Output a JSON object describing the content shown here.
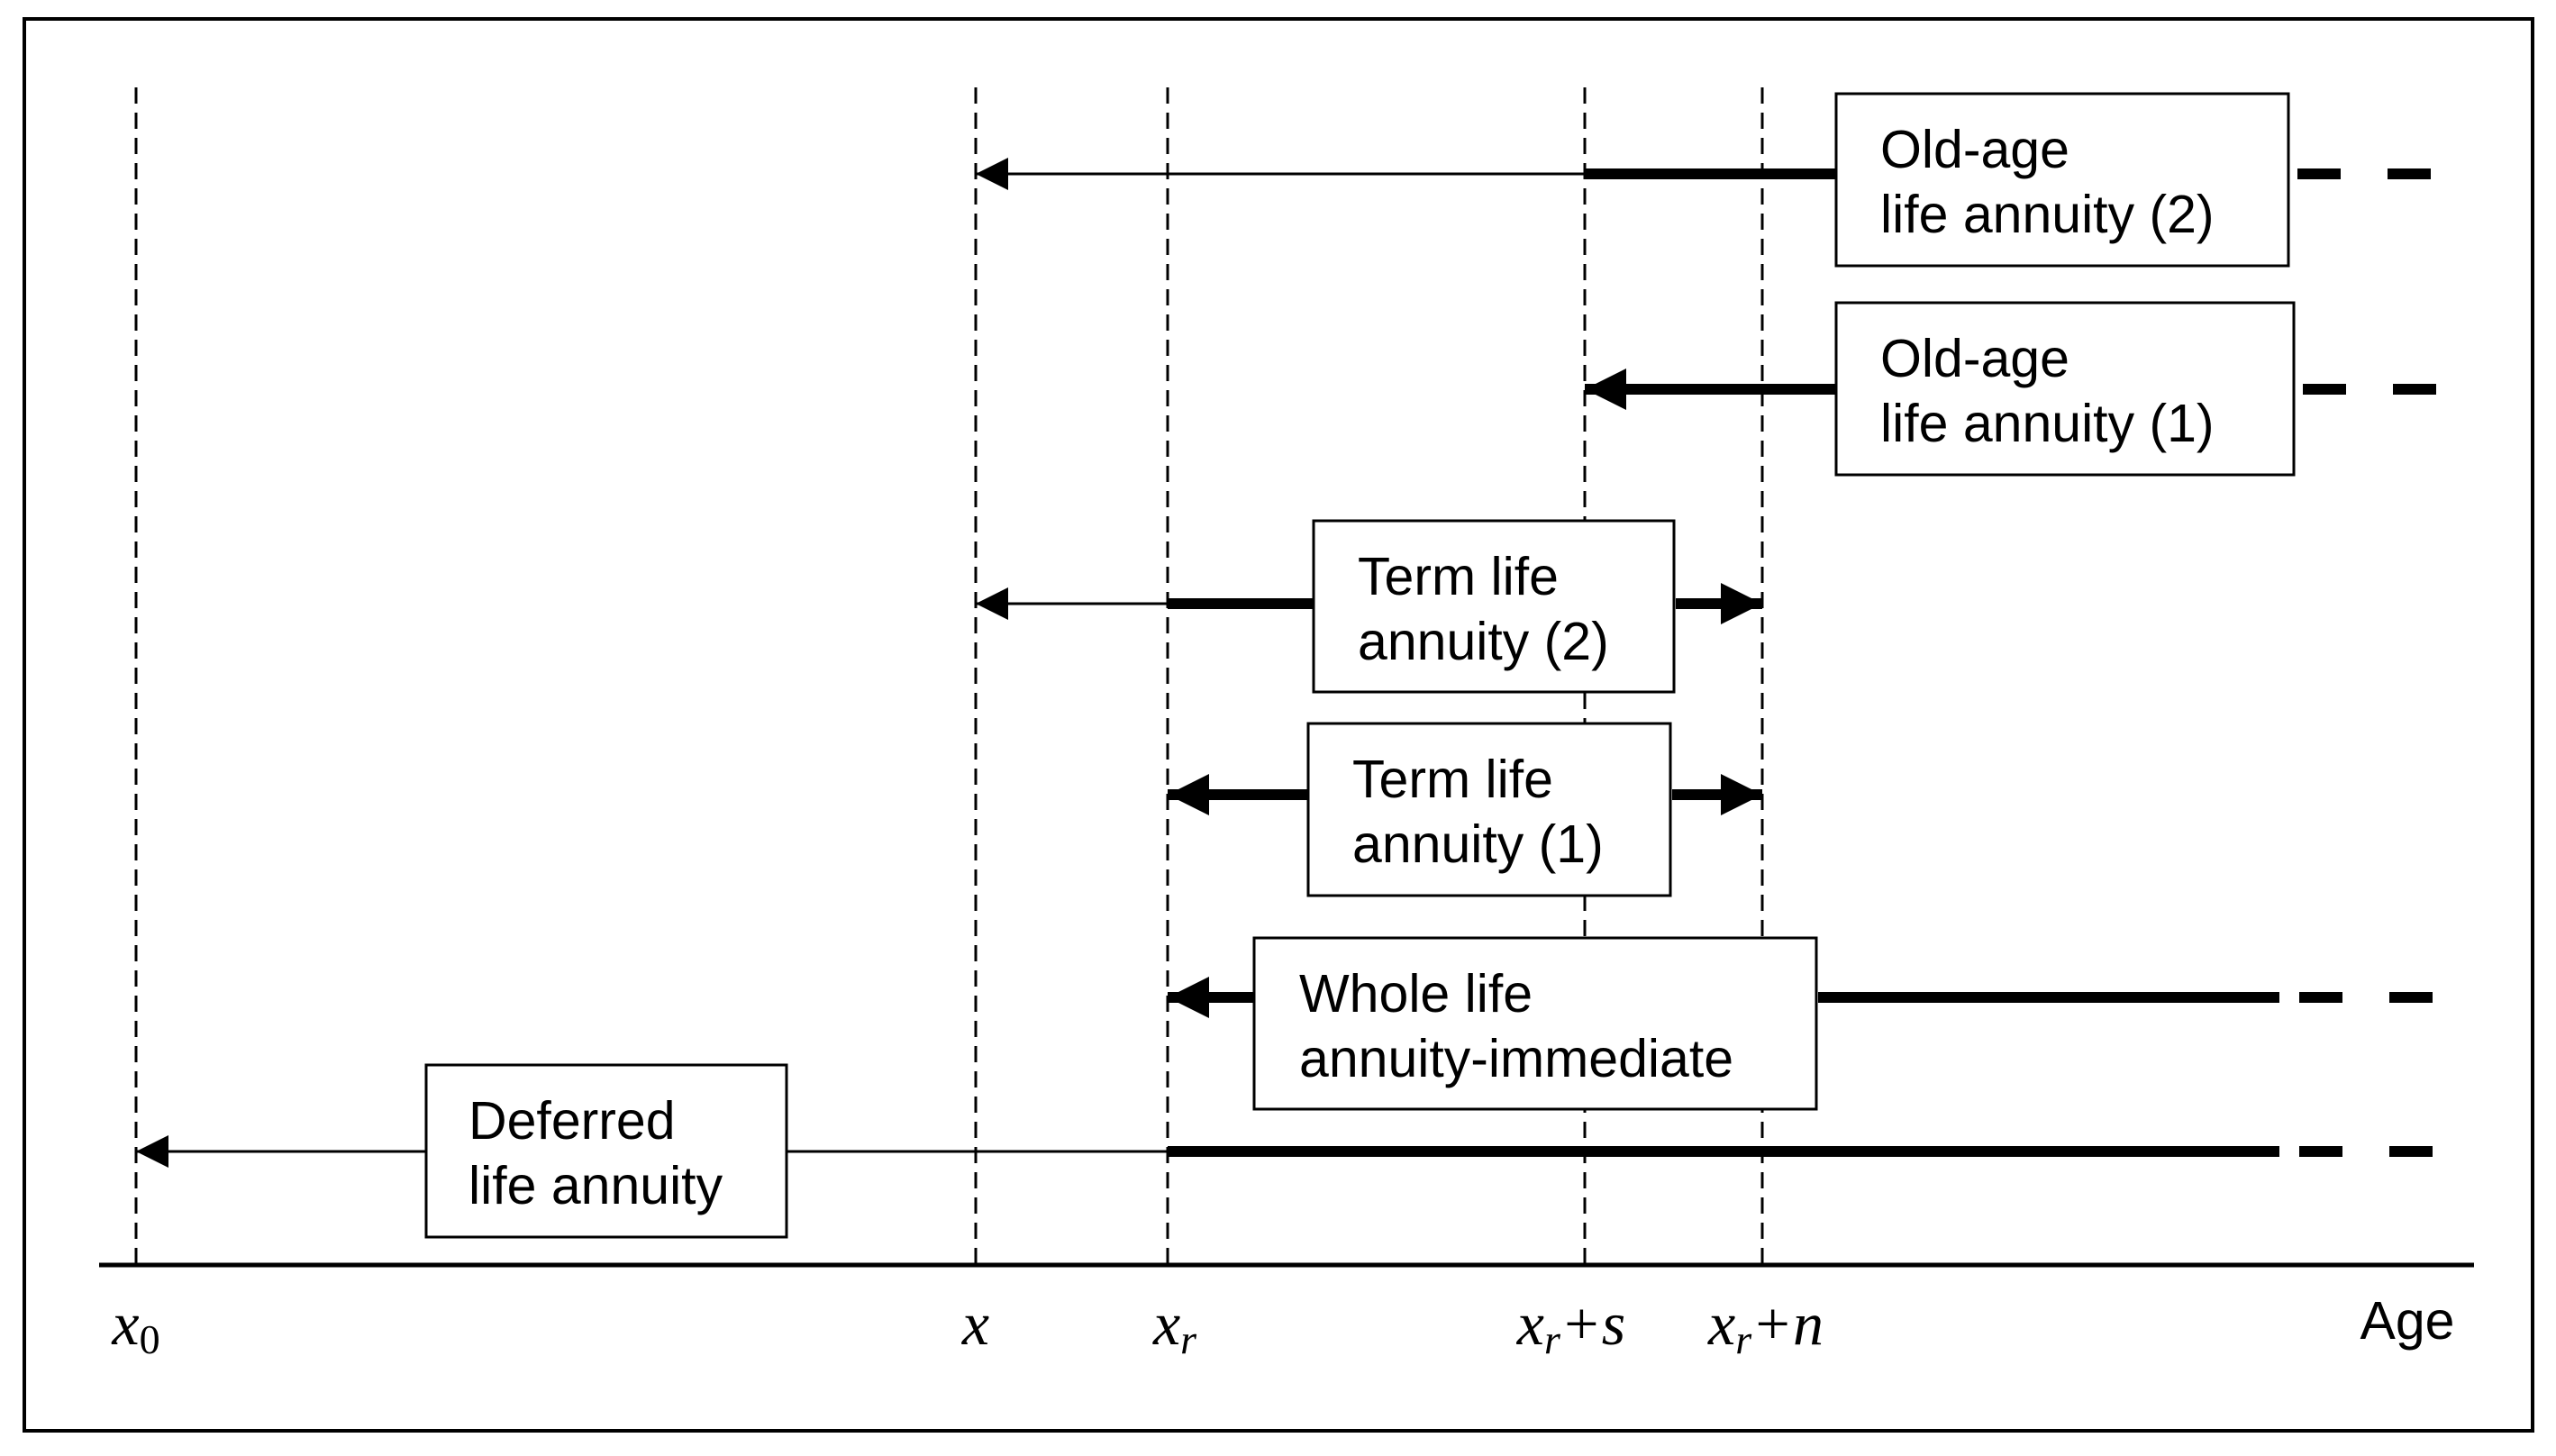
{
  "axis": {
    "label": "Age"
  },
  "ticks": [
    {
      "id": "x0",
      "base": "x",
      "sub": "0",
      "suffix": ""
    },
    {
      "id": "x",
      "base": "x",
      "sub": "",
      "suffix": ""
    },
    {
      "id": "xr",
      "base": "x",
      "sub": "r",
      "suffix": ""
    },
    {
      "id": "xr-s",
      "base": "x",
      "sub": "r",
      "suffix": "+s"
    },
    {
      "id": "xr-n",
      "base": "x",
      "sub": "r",
      "suffix": "+n"
    }
  ],
  "annuities": [
    {
      "id": "old-age-2",
      "line1": "Old-age",
      "line2": "life annuity (2)"
    },
    {
      "id": "old-age-1",
      "line1": "Old-age",
      "line2": "life annuity (1)"
    },
    {
      "id": "term-2",
      "line1": "Term life",
      "line2": "annuity (2)"
    },
    {
      "id": "term-1",
      "line1": "Term life",
      "line2": "annuity (1)"
    },
    {
      "id": "whole-life",
      "line1": "Whole life",
      "line2": "annuity-immediate"
    },
    {
      "id": "deferred",
      "line1": "Deferred",
      "line2": "life annuity"
    }
  ]
}
